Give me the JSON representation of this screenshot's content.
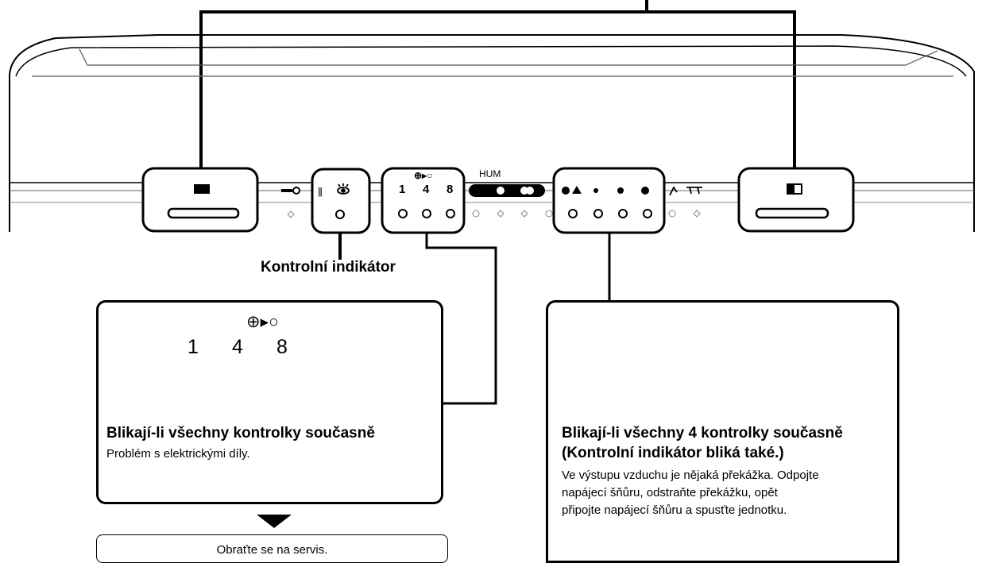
{
  "device": {
    "hum_label": "HUM",
    "timer_digits": [
      "1",
      "4",
      "8"
    ],
    "timer_symbol": "⊕▸○"
  },
  "callouts": {
    "check_indicator": "Kontrolní indikátor"
  },
  "left_panel": {
    "timer_symbol": "⊕▸○",
    "digits": [
      "1",
      "4",
      "8"
    ],
    "heading": "Blikají-li všechny kontrolky současně",
    "text": "Problém s elektrickými díly.",
    "action": "Obraťte se na servis."
  },
  "right_panel": {
    "heading_line1": "Blikají-li všechny 4 kontrolky současně",
    "heading_line2": "(Kontrolní indikátor bliká také.)",
    "text_line1": "Ve výstupu vzduchu je nějaká překážka. Odpojte",
    "text_line2": "napájecí šňůru, odstraňte překážku, opět",
    "text_line3": "připojte napájecí šňůru a spusťte jednotku."
  }
}
